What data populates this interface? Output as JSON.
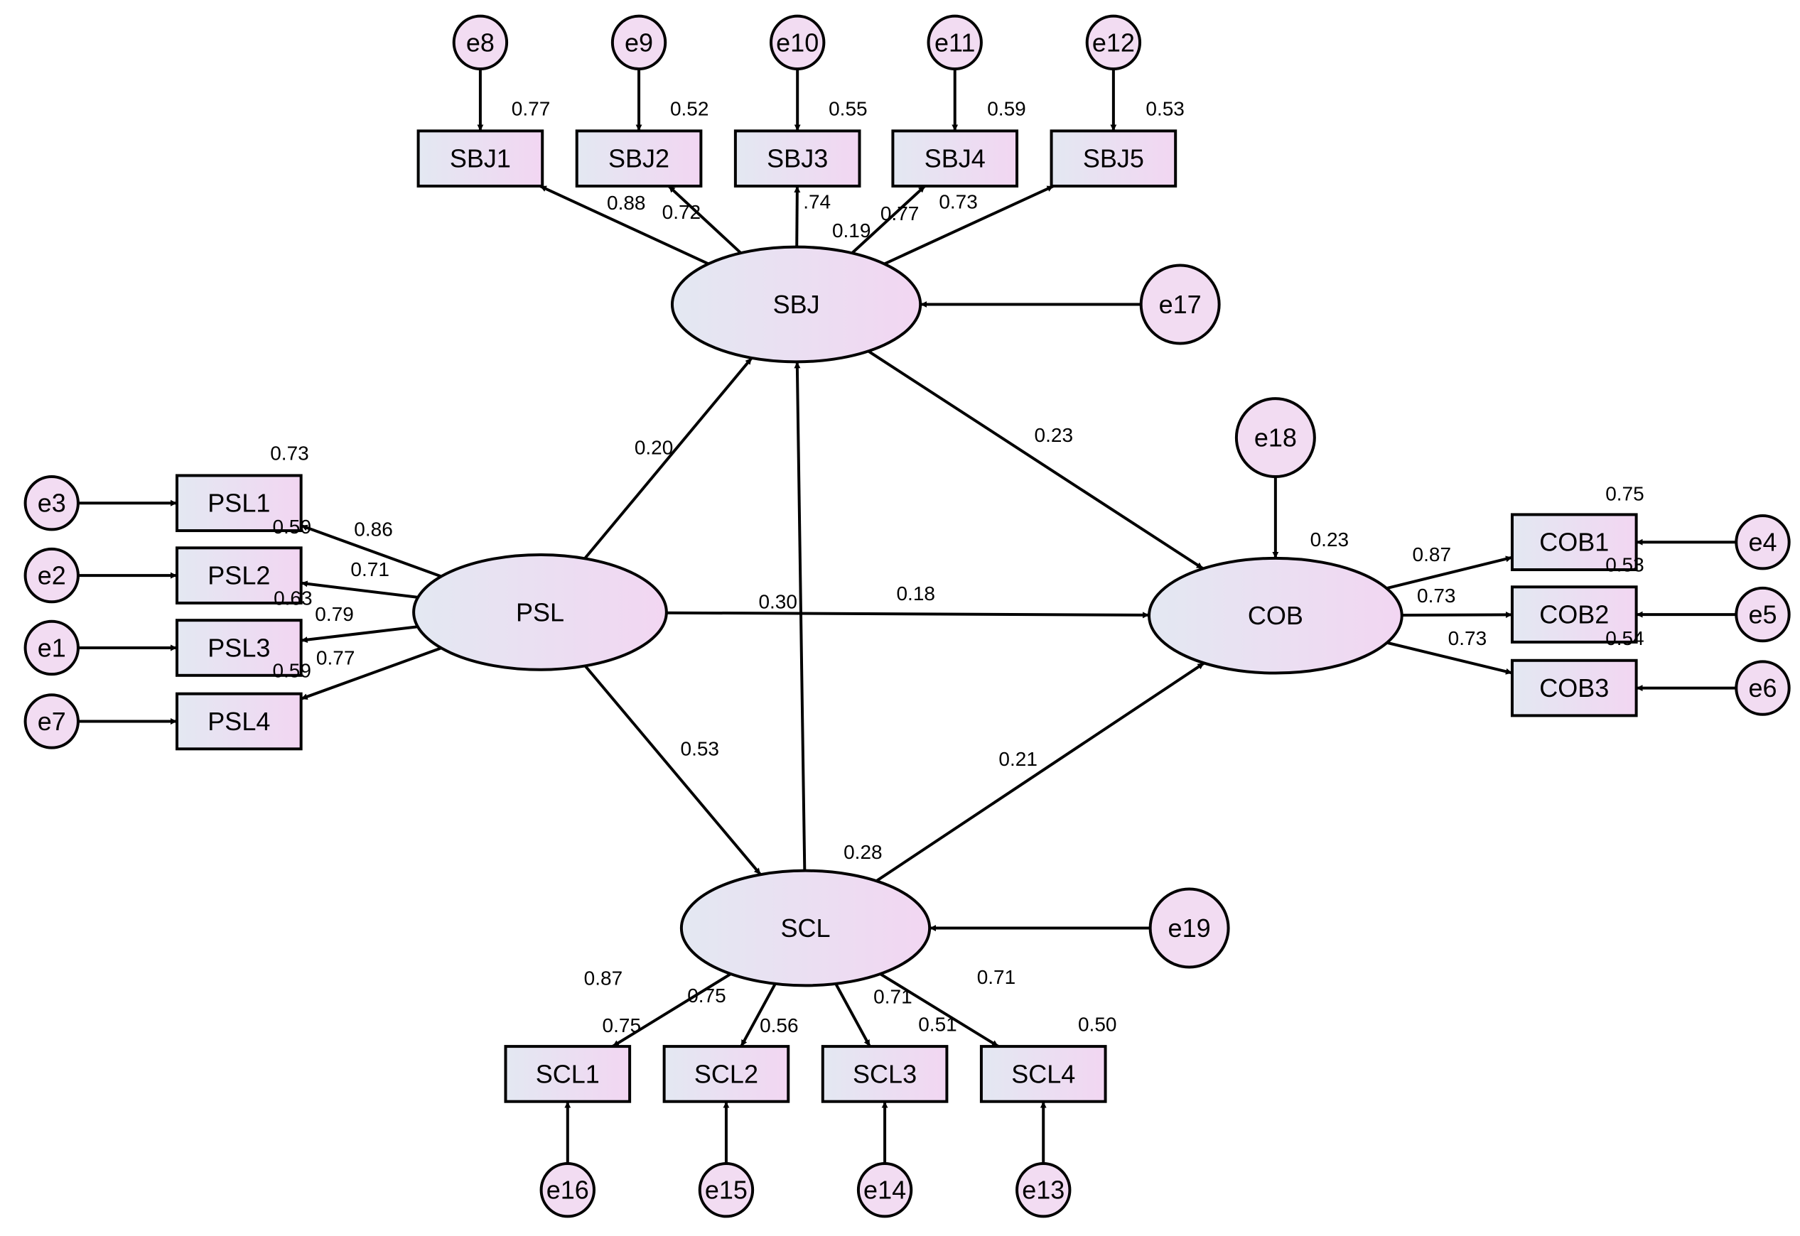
{
  "colors": {
    "fill_start": "#e3e8f2",
    "fill_end": "#f2d6f2",
    "error_fill": "#f2dcf2",
    "stroke": "#000000"
  },
  "latents": [
    {
      "id": "SBJ",
      "label": "SBJ"
    },
    {
      "id": "PSL",
      "label": "PSL"
    },
    {
      "id": "SCL",
      "label": "SCL"
    },
    {
      "id": "COB",
      "label": "COB"
    }
  ],
  "indicators": [
    {
      "id": "SBJ1",
      "label": "SBJ1"
    },
    {
      "id": "SBJ2",
      "label": "SBJ2"
    },
    {
      "id": "SBJ3",
      "label": "SBJ3"
    },
    {
      "id": "SBJ4",
      "label": "SBJ4"
    },
    {
      "id": "SBJ5",
      "label": "SBJ5"
    },
    {
      "id": "PSL1",
      "label": "PSL1"
    },
    {
      "id": "PSL2",
      "label": "PSL2"
    },
    {
      "id": "PSL3",
      "label": "PSL3"
    },
    {
      "id": "PSL4",
      "label": "PSL4"
    },
    {
      "id": "COB1",
      "label": "COB1"
    },
    {
      "id": "COB2",
      "label": "COB2"
    },
    {
      "id": "COB3",
      "label": "COB3"
    },
    {
      "id": "SCL1",
      "label": "SCL1"
    },
    {
      "id": "SCL2",
      "label": "SCL2"
    },
    {
      "id": "SCL3",
      "label": "SCL3"
    },
    {
      "id": "SCL4",
      "label": "SCL4"
    }
  ],
  "errors": [
    {
      "id": "e8",
      "label": "e8"
    },
    {
      "id": "e9",
      "label": "e9"
    },
    {
      "id": "e10",
      "label": "e10"
    },
    {
      "id": "e11",
      "label": "e11"
    },
    {
      "id": "e12",
      "label": "e12"
    },
    {
      "id": "e3",
      "label": "e3"
    },
    {
      "id": "e2",
      "label": "e2"
    },
    {
      "id": "e1",
      "label": "e1"
    },
    {
      "id": "e7",
      "label": "e7"
    },
    {
      "id": "e4",
      "label": "e4"
    },
    {
      "id": "e5",
      "label": "e5"
    },
    {
      "id": "e6",
      "label": "e6"
    },
    {
      "id": "e16",
      "label": "e16"
    },
    {
      "id": "e15",
      "label": "e15"
    },
    {
      "id": "e14",
      "label": "e14"
    },
    {
      "id": "e13",
      "label": "e13"
    },
    {
      "id": "e17",
      "label": "e17"
    },
    {
      "id": "e18",
      "label": "e18"
    },
    {
      "id": "e19",
      "label": "e19"
    }
  ],
  "edges": [
    {
      "from": "e8",
      "to": "SBJ1"
    },
    {
      "from": "e9",
      "to": "SBJ2"
    },
    {
      "from": "e10",
      "to": "SBJ3"
    },
    {
      "from": "e11",
      "to": "SBJ4"
    },
    {
      "from": "e12",
      "to": "SBJ5"
    },
    {
      "from": "SBJ",
      "to": "SBJ1",
      "label": "0.88"
    },
    {
      "from": "SBJ",
      "to": "SBJ2",
      "label": "0.72"
    },
    {
      "from": "SBJ",
      "to": "SBJ3",
      "label": ".74"
    },
    {
      "from": "SBJ",
      "to": "SBJ4",
      "label": "0.77"
    },
    {
      "from": "SBJ",
      "to": "SBJ5",
      "label": "0.73"
    },
    {
      "from": "e17",
      "to": "SBJ"
    },
    {
      "from": "e3",
      "to": "PSL1"
    },
    {
      "from": "e2",
      "to": "PSL2"
    },
    {
      "from": "e1",
      "to": "PSL3"
    },
    {
      "from": "e7",
      "to": "PSL4"
    },
    {
      "from": "PSL",
      "to": "PSL1",
      "label": "0.86"
    },
    {
      "from": "PSL",
      "to": "PSL2",
      "label": "0.71"
    },
    {
      "from": "PSL",
      "to": "PSL3",
      "label": "0.79"
    },
    {
      "from": "PSL",
      "to": "PSL4",
      "label": "0.77"
    },
    {
      "from": "PSL",
      "to": "SBJ",
      "label": "0.20"
    },
    {
      "from": "PSL",
      "to": "COB",
      "label": "0.18"
    },
    {
      "from": "PSL",
      "to": "SCL",
      "label": "0.53"
    },
    {
      "from": "SCL",
      "to": "SBJ",
      "label": "0.30"
    },
    {
      "from": "SBJ",
      "to": "COB",
      "label": "0.23"
    },
    {
      "from": "SCL",
      "to": "COB",
      "label": "0.21"
    },
    {
      "from": "e18",
      "to": "COB"
    },
    {
      "from": "COB",
      "to": "COB1",
      "label": "0.87"
    },
    {
      "from": "COB",
      "to": "COB2",
      "label": "0.73"
    },
    {
      "from": "COB",
      "to": "COB3",
      "label": "0.73"
    },
    {
      "from": "e4",
      "to": "COB1"
    },
    {
      "from": "e5",
      "to": "COB2"
    },
    {
      "from": "e6",
      "to": "COB3"
    },
    {
      "from": "e19",
      "to": "SCL"
    },
    {
      "from": "SCL",
      "to": "SCL1",
      "label": "0.87"
    },
    {
      "from": "SCL",
      "to": "SCL2",
      "label": "0.75"
    },
    {
      "from": "SCL",
      "to": "SCL3",
      "label": "0.71"
    },
    {
      "from": "SCL",
      "to": "SCL4",
      "label": "0.71"
    },
    {
      "from": "e16",
      "to": "SCL1"
    },
    {
      "from": "e15",
      "to": "SCL2"
    },
    {
      "from": "e14",
      "to": "SCL3"
    },
    {
      "from": "e13",
      "to": "SCL4"
    }
  ],
  "r_squared": [
    {
      "node": "SBJ1",
      "value": "0.77"
    },
    {
      "node": "SBJ2",
      "value": "0.52"
    },
    {
      "node": "SBJ3",
      "value": "0.55"
    },
    {
      "node": "SBJ4",
      "value": "0.59"
    },
    {
      "node": "SBJ5",
      "value": "0.53"
    },
    {
      "node": "SBJ",
      "value": "0.19"
    },
    {
      "node": "PSL1",
      "value": "0.73"
    },
    {
      "node": "PSL2",
      "value": "0.50"
    },
    {
      "node": "PSL3",
      "value": "0.63"
    },
    {
      "node": "PSL4",
      "value": "0.59"
    },
    {
      "node": "COB",
      "value": "0.23"
    },
    {
      "node": "COB1",
      "value": "0.75"
    },
    {
      "node": "COB2",
      "value": "0.53"
    },
    {
      "node": "COB3",
      "value": "0.54"
    },
    {
      "node": "SCL",
      "value": "0.28"
    },
    {
      "node": "SCL1",
      "value": "0.75"
    },
    {
      "node": "SCL2",
      "value": "0.56"
    },
    {
      "node": "SCL3",
      "value": "0.51"
    },
    {
      "node": "SCL4",
      "value": "0.50"
    }
  ]
}
